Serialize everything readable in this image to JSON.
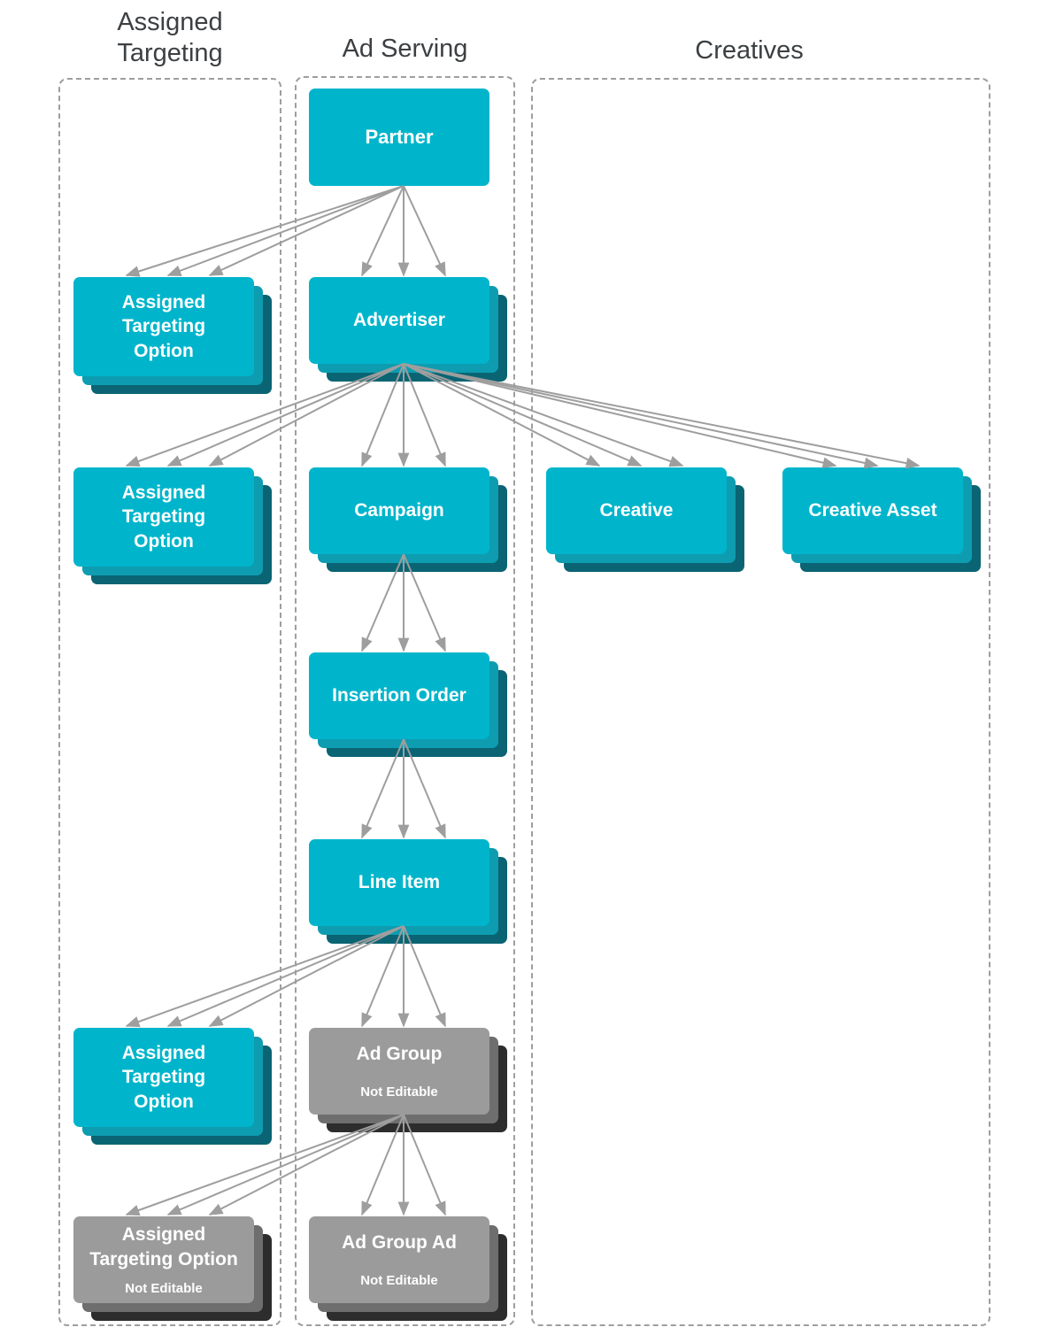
{
  "diagram": {
    "columns": [
      {
        "id": "assigned-targeting",
        "label": "Assigned\nTargeting"
      },
      {
        "id": "ad-serving",
        "label": "Ad Serving"
      },
      {
        "id": "creatives",
        "label": "Creatives"
      }
    ],
    "nodes": {
      "partner": {
        "label": "Partner",
        "column": "ad-serving",
        "style": "teal-flat"
      },
      "ato1": {
        "label": "Assigned\nTargeting\nOption",
        "column": "assigned-targeting",
        "style": "teal-stacked"
      },
      "advertiser": {
        "label": "Advertiser",
        "column": "ad-serving",
        "style": "teal-stacked"
      },
      "ato2": {
        "label": "Assigned\nTargeting\nOption",
        "column": "assigned-targeting",
        "style": "teal-stacked"
      },
      "campaign": {
        "label": "Campaign",
        "column": "ad-serving",
        "style": "teal-stacked"
      },
      "creative": {
        "label": "Creative",
        "column": "creatives",
        "style": "teal-stacked"
      },
      "creative_asset": {
        "label": "Creative Asset",
        "column": "creatives",
        "style": "teal-stacked"
      },
      "insertion_order": {
        "label": "Insertion Order",
        "column": "ad-serving",
        "style": "teal-stacked"
      },
      "line_item": {
        "label": "Line Item",
        "column": "ad-serving",
        "style": "teal-stacked"
      },
      "ato3": {
        "label": "Assigned\nTargeting\nOption",
        "column": "assigned-targeting",
        "style": "teal-stacked"
      },
      "ad_group": {
        "label": "Ad Group",
        "sublabel": "Not Editable",
        "column": "ad-serving",
        "style": "gray-stacked"
      },
      "ato4": {
        "label": "Assigned\nTargeting Option",
        "sublabel": "Not Editable",
        "column": "assigned-targeting",
        "style": "gray-stacked"
      },
      "ad_group_ad": {
        "label": "Ad Group Ad",
        "sublabel": "Not Editable",
        "column": "ad-serving",
        "style": "gray-stacked"
      }
    },
    "edges": [
      [
        "partner",
        "ato1"
      ],
      [
        "partner",
        "advertiser"
      ],
      [
        "advertiser",
        "ato2"
      ],
      [
        "advertiser",
        "campaign"
      ],
      [
        "advertiser",
        "creative"
      ],
      [
        "advertiser",
        "creative_asset"
      ],
      [
        "campaign",
        "insertion_order"
      ],
      [
        "insertion_order",
        "line_item"
      ],
      [
        "line_item",
        "ato3"
      ],
      [
        "line_item",
        "ad_group"
      ],
      [
        "ad_group",
        "ato4"
      ],
      [
        "ad_group",
        "ad_group_ad"
      ]
    ],
    "colors": {
      "teal": "#00b5cb",
      "teal_mid": "#0e9cb0",
      "teal_dark": "#0a6473",
      "gray": "#9b9b9b",
      "gray_mid": "#6e6e6e",
      "gray_dark": "#2d2d2d",
      "arrow": "#9e9e9e",
      "dash": "#9e9e9e",
      "header_text": "#3c4043"
    }
  }
}
